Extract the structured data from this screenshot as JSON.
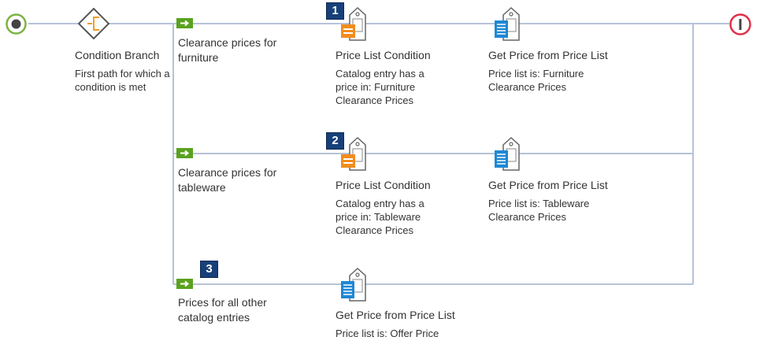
{
  "start": {
    "icon": "start-icon"
  },
  "end": {
    "icon": "end-icon"
  },
  "branch": {
    "icon": "condition-branch-icon",
    "title": "Condition Branch",
    "description": "First path for which a condition is met"
  },
  "paths": [
    {
      "icon": "path-arrow-icon",
      "label": "Clearance prices for furniture",
      "badge": "1",
      "condition": {
        "icon": "price-list-condition-icon",
        "title": "Price List Condition",
        "description": "Catalog entry has a price in: Furniture Clearance Prices"
      },
      "action": {
        "icon": "price-list-icon",
        "title": "Get Price from Price List",
        "description": "Price list is: Furniture Clearance Prices"
      }
    },
    {
      "icon": "path-arrow-icon",
      "label": "Clearance prices for tableware",
      "badge": "2",
      "condition": {
        "icon": "price-list-condition-icon",
        "title": "Price List Condition",
        "description": "Catalog entry has a price in: Tableware Clearance Prices"
      },
      "action": {
        "icon": "price-list-icon",
        "title": "Get Price from Price List",
        "description": "Price list is: Tableware Clearance Prices"
      }
    },
    {
      "icon": "path-arrow-icon",
      "label": "Prices for all other catalog entries",
      "badge": "3",
      "action": {
        "icon": "price-list-icon",
        "title": "Get Price from Price List",
        "description": "Price list is: Offer Price"
      }
    }
  ],
  "colors": {
    "line": "#b6c2d8",
    "start": "#7cb342",
    "end": "#e0304a",
    "branch": "#f29b2a",
    "path": "#5aa21e",
    "badge": "#17407a",
    "condition_icon": "#f28c1e",
    "action_icon": "#1e88d4"
  }
}
